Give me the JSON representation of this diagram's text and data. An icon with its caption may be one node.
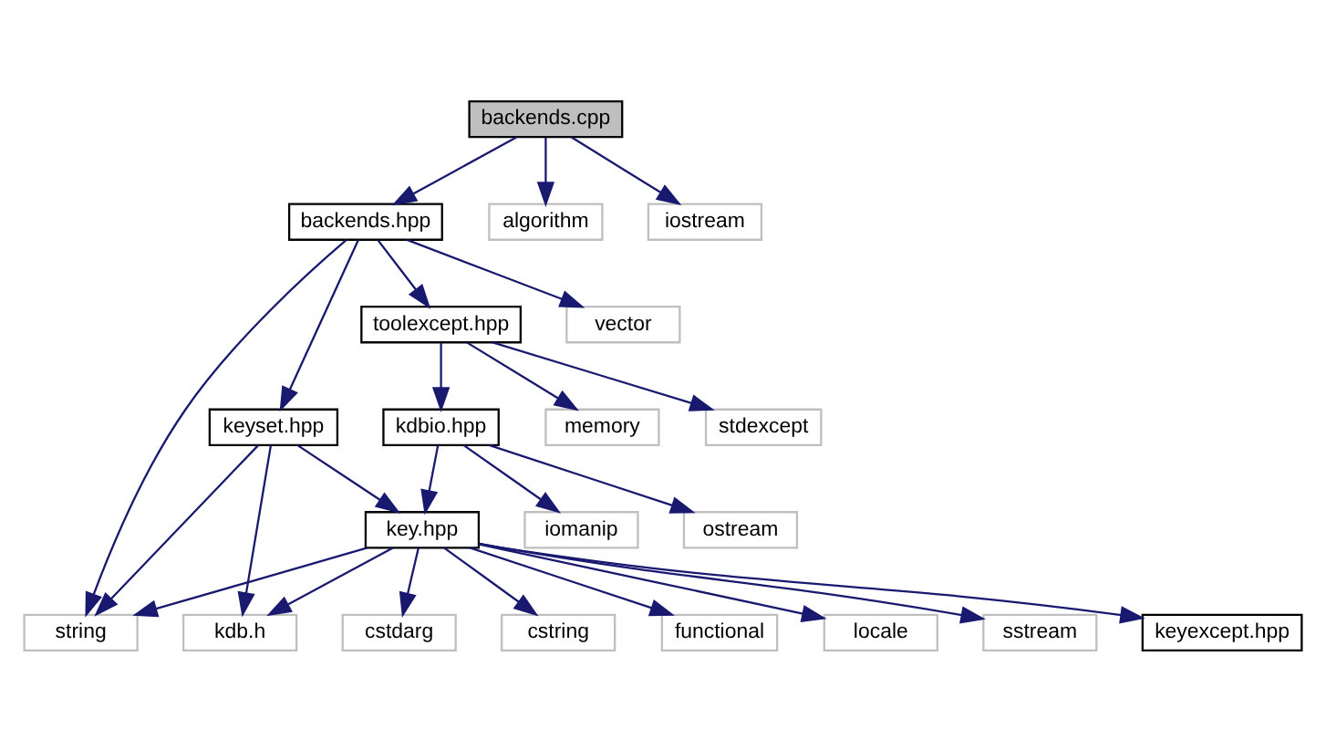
{
  "diagram": {
    "nodes": [
      {
        "text": [
          "backends.cpp"
        ]
      },
      {
        "text": [
          "backends.hpp"
        ]
      },
      {
        "text": [
          "algorithm"
        ]
      },
      {
        "text": [
          "iostream"
        ]
      },
      {
        "text": [
          "toolexcept.hpp"
        ]
      },
      {
        "text": [
          "vector"
        ]
      },
      {
        "text": [
          "keyset.hpp"
        ]
      },
      {
        "text": [
          "kdbio.hpp"
        ]
      },
      {
        "text": [
          "memory"
        ]
      },
      {
        "text": [
          "stdexcept"
        ]
      },
      {
        "text": [
          "key.hpp"
        ]
      },
      {
        "text": [
          "iomanip"
        ]
      },
      {
        "text": [
          "ostream"
        ]
      },
      {
        "text": [
          "string"
        ]
      },
      {
        "text": [
          "kdb.h"
        ]
      },
      {
        "text": [
          "cstdarg"
        ]
      },
      {
        "text": [
          "cstring"
        ]
      },
      {
        "text": [
          "functional"
        ]
      },
      {
        "text": [
          "locale"
        ]
      },
      {
        "text": [
          "sstream"
        ]
      },
      {
        "text": [
          "keyexcept.hpp"
        ]
      }
    ],
    "edges": [
      {
        "from": 0,
        "to": 1,
        "arrow": "to"
      },
      {
        "from": 0,
        "to": 2,
        "arrow": "to"
      },
      {
        "from": 0,
        "to": 3,
        "arrow": "to"
      },
      {
        "from": 1,
        "to": 13,
        "arrow": "to"
      },
      {
        "from": 1,
        "to": 6,
        "arrow": "to"
      },
      {
        "from": 1,
        "to": 4,
        "arrow": "to"
      },
      {
        "from": 1,
        "to": 5,
        "arrow": "to"
      },
      {
        "from": 4,
        "to": 7,
        "arrow": "to"
      },
      {
        "from": 4,
        "to": 8,
        "arrow": "to"
      },
      {
        "from": 4,
        "to": 9,
        "arrow": "to"
      },
      {
        "from": 6,
        "to": 13,
        "arrow": "to"
      },
      {
        "from": 6,
        "to": 14,
        "arrow": "to"
      },
      {
        "from": 6,
        "to": 10,
        "arrow": "to"
      },
      {
        "from": 7,
        "to": 10,
        "arrow": "to"
      },
      {
        "from": 7,
        "to": 11,
        "arrow": "to"
      },
      {
        "from": 7,
        "to": 12,
        "arrow": "to"
      },
      {
        "from": 10,
        "to": 13,
        "arrow": "to"
      },
      {
        "from": 10,
        "to": 14,
        "arrow": "to"
      },
      {
        "from": 10,
        "to": 15,
        "arrow": "to"
      },
      {
        "from": 10,
        "to": 16,
        "arrow": "to"
      },
      {
        "from": 10,
        "to": 17,
        "arrow": "to"
      },
      {
        "from": 10,
        "to": 18,
        "arrow": "to"
      },
      {
        "from": 10,
        "to": 19,
        "arrow": "to"
      },
      {
        "from": 10,
        "to": 20,
        "arrow": "to"
      }
    ]
  }
}
